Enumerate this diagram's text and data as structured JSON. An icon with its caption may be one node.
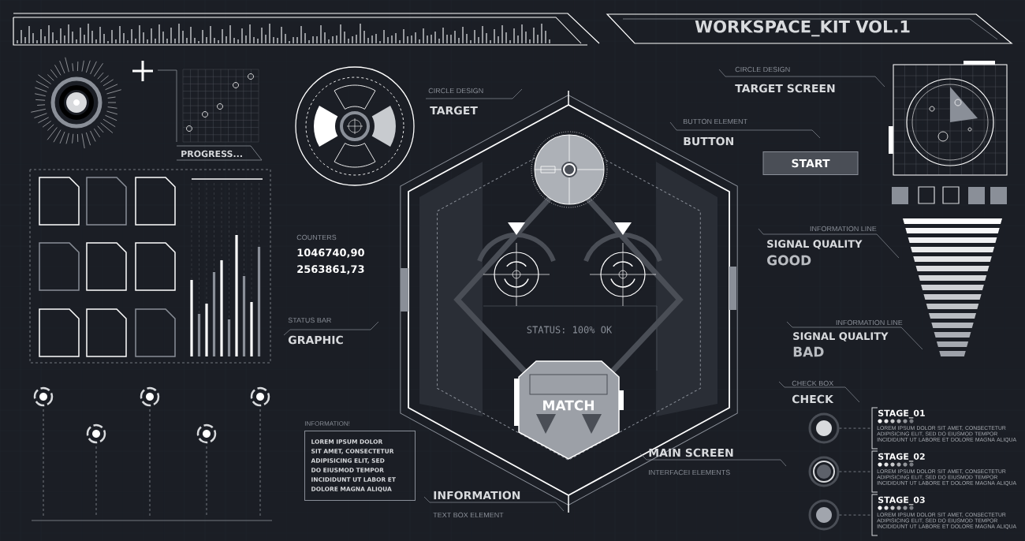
{
  "diagram": {
    "title": "WORKSPACE_KIT VOL.1",
    "nodes": [
      {
        "text": [
          "START"
        ]
      },
      {
        "text": [
          "MATCH"
        ]
      },
      {
        "text": [
          "INFORMATION!",
          "LOREM IPSUM DOLOR SIT AMET, CONSECTETUR ADIPISICING ELIT, SED DO EIUSMOD TEMPOR INCIDIDUNT UT LABOR ET DOLORE MAGNA ALIQUA"
        ]
      },
      {
        "text": [],
        "shape": "circle"
      },
      {
        "text": [],
        "shape": "circle"
      },
      {
        "text": [],
        "shape": "circle"
      },
      {
        "text": [
          "STAGE_01",
          "LOREM IPSUM DOLOR SIT AMET, CONSECTETUR ADIPISICING ELIT, SED DO EIUSMOD TEMPOR INCIDIDUNT UT LABORE ET DOLORE MAGNA ALIQUA"
        ]
      },
      {
        "text": [
          "STAGE_02",
          "LOREM IPSUM DOLOR SIT AMET, CONSECTETUR ADIPISICING ELIT, SED DO EIUSMOD TEMPOR INCIDIDUNT UT LABORE ET DOLORE MAGNA ALIQUA"
        ]
      },
      {
        "text": [
          "STAGE_03",
          "LOREM IPSUM DOLOR SIT AMET, CONSECTETUR ADIPISICING ELIT, SED DO EIUSMOD TEMPOR INCIDIDUNT UT LABORE ET DOLORE MAGNA ALIQUA"
        ]
      },
      {
        "text": [
          "PROGRESS..."
        ]
      }
    ],
    "edges": [
      {
        "from": 3,
        "to": 6,
        "arrow": "none",
        "style": "dashed"
      },
      {
        "from": 4,
        "to": 7,
        "arrow": "none",
        "style": "dashed"
      },
      {
        "from": 5,
        "to": 8,
        "arrow": "none",
        "style": "dashed"
      }
    ],
    "labels": [
      "CIRCLE DESIGN",
      "TARGET",
      "CIRCLE DESIGN",
      "TARGET SCREEN",
      "BUTTON ELEMENT",
      "BUTTON",
      "COUNTERS",
      "1046740,90",
      "2563861,73",
      "STATUS BAR",
      "GRAPHIC",
      "INFORMATION LINE",
      "SIGNAL QUALITY",
      "GOOD",
      "STATUS: 100% OK",
      "INFORMATION LINE",
      "SIGNAL QUALITY",
      "BAD",
      "CHECK BOX",
      "CHECK",
      "MAIN SCREEN",
      "INTERFACEI ELEMENTS",
      "INFORMATION",
      "TEXT BOX ELEMENT"
    ]
  }
}
